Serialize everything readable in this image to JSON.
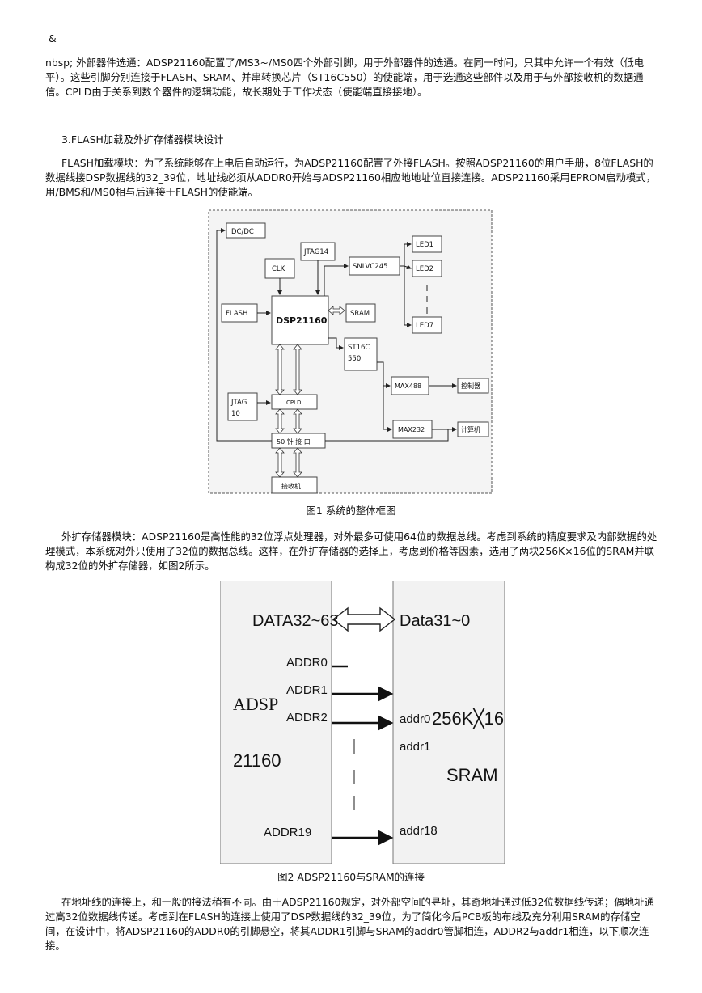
{
  "doc": {
    "amp": "&",
    "para1": "nbsp;  外部器件选通：ADSP21160配置了/MS3~/MS0四个外部引脚，用于外部器件的选通。在同一时间，只其中允许一个有效（低电平）。这些引脚分别连接于FLASH、SRAM、并串转换芯片（ST16C550）的使能端，用于选通这些部件以及用于与外部接收机的数据通信。CPLD由于关系到数个器件的逻辑功能，故长期处于工作状态（使能端直接接地）。",
    "heading": "3.FLASH加载及外扩存储器模块设计",
    "para2": "FLASH加载模块：为了系统能够在上电后自动运行，为ADSP21160配置了外接FLASH。按照ADSP21160的用户手册，8位FLASH的数据线接DSP数据线的32_39位，地址线必须从ADDR0开始与ADSP21160相应地地址位直接连接。ADSP21160采用EPROM启动模式，用/BMS和/MS0相与后连接于FLASH的使能端。",
    "fig1_caption": "图1 系统的整体框图",
    "para3": "外扩存储器模块：ADSP21160是高性能的32位浮点处理器，对外最多可使用64位的数据总线。考虑到系统的精度要求及内部数据的处理模式，本系统对外只使用了32位的数据总线。这样，在外扩存储器的选择上，考虑到价格等因素，选用了两块256K×16位的SRAM并联构成32位的外扩存储器，如图2所示。",
    "fig2_caption": "图2  ADSP21160与SRAM的连接",
    "para4": "在地址线的连接上，和一般的接法稍有不同。由于ADSP21160规定，对外部空间的寻址，其奇地址通过低32位数据线传递；偶地址通过高32位数据线传递。考虑到在FLASH的连接上使用了DSP数据线的32_39位，为了简化今后PCB板的布线及充分利用SRAM的存储空间，在设计中，将ADSP21160的ADDR0的引脚悬空，将其ADDR1引脚与SRAM的addr0管脚相连，ADDR2与addr1相连，以下顺次连接。"
  },
  "fig1": {
    "dcdc": "DC/DC",
    "jtag14": "JTAG14",
    "clk": "CLK",
    "snlvc245": "SNLVC245",
    "led1": "LED1",
    "led2": "LED2",
    "led7": "LED7",
    "flash": "FLASH",
    "dsp": "DSP21160",
    "sram": "SRAM",
    "st16c_1": "ST16C",
    "st16c_2": "550",
    "max488": "MAX488",
    "controller": "控制器",
    "jtag10_1": "JTAG",
    "jtag10_2": "10",
    "cpld": "CPLD",
    "max232": "MAX232",
    "computer": "计算机",
    "port50": "50 针 接 口",
    "receiver": "接收机"
  },
  "fig2": {
    "data_hi": "DATA32~63",
    "data_lo": "Data31~0",
    "addr0": "ADDR0",
    "addr1": "ADDR1",
    "addr2": "ADDR2",
    "addr19": "ADDR19",
    "adsp": "ADSP",
    "adsp_num": "21160",
    "sram_addr0": "addr0",
    "sram_addr1": "addr1",
    "sram_addr18": "addr18",
    "sram_size": "256K╳16",
    "sram_label": "SRAM"
  }
}
